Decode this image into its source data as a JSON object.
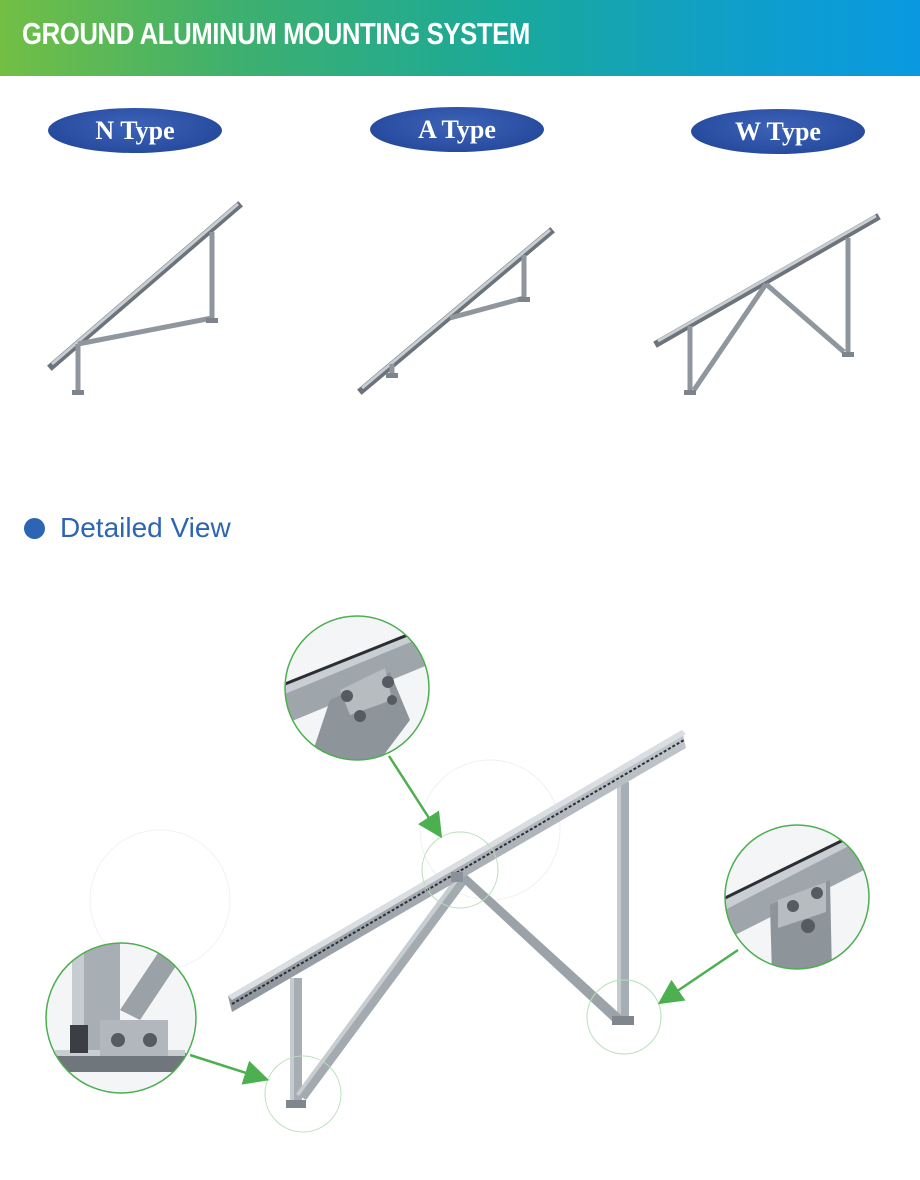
{
  "banner": {
    "title": "GROUND ALUMINUM MOUNTING SYSTEM"
  },
  "types": [
    {
      "label": "N Type"
    },
    {
      "label": "A Type"
    },
    {
      "label": "W Type"
    }
  ],
  "detail_section": {
    "title": "Detailed View"
  },
  "colors": {
    "banner_start": "#72bf44",
    "banner_end": "#0a99e0",
    "pill": "#2a4fa3",
    "section_accent": "#2e64b4",
    "callout_ring": "#4caf50",
    "aluminum": "#9aa1a8"
  }
}
